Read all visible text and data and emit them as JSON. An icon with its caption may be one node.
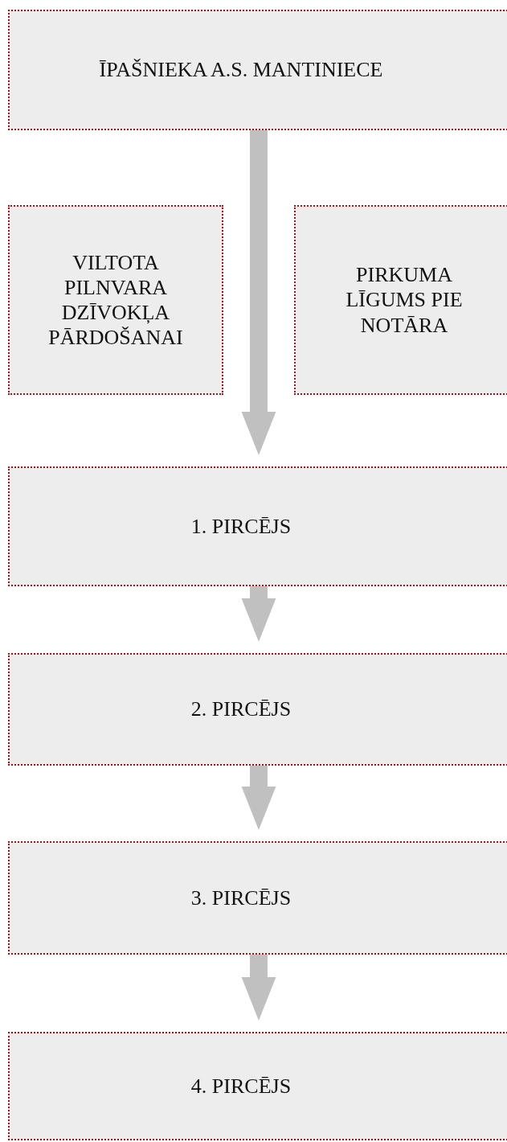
{
  "diagram": {
    "nodes": [
      {
        "text": [
          "ĪPAŠNIEKA A.S. MANTINIECE"
        ]
      },
      {
        "text": [
          "VILTOTA PILNVARA DZĪVOKĻA PĀRDOŠANAI"
        ]
      },
      {
        "text": [
          "PIRKUMA LĪGUMS PIE NOTĀRA"
        ]
      },
      {
        "text": [
          "1. PIRCĒJS"
        ]
      },
      {
        "text": [
          "2. PIRCĒJS"
        ]
      },
      {
        "text": [
          "3. PIRCĒJS"
        ]
      },
      {
        "text": [
          "4. PIRCĒJS"
        ]
      }
    ],
    "edges": [
      {
        "from": 0,
        "to": 3,
        "arrow": "to"
      },
      {
        "from": 3,
        "to": 4,
        "arrow": "to"
      },
      {
        "from": 4,
        "to": 5,
        "arrow": "to"
      },
      {
        "from": 5,
        "to": 6,
        "arrow": "to"
      }
    ]
  }
}
